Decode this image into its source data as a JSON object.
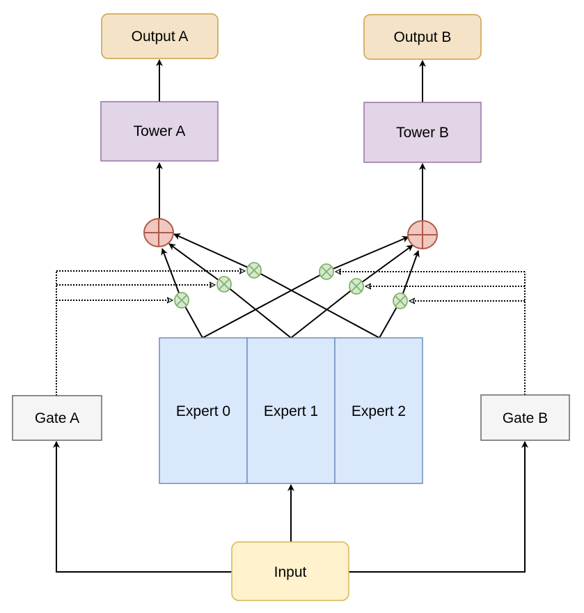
{
  "nodes": {
    "output_a": "Output A",
    "output_b": "Output B",
    "tower_a": "Tower A",
    "tower_b": "Tower B",
    "expert_0": "Expert 0",
    "expert_1": "Expert 1",
    "expert_2": "Expert 2",
    "gate_a": "Gate A",
    "gate_b": "Gate B",
    "input": "Input"
  },
  "colors": {
    "output_fill": "#f5e3c8",
    "output_stroke": "#c9a043",
    "tower_fill": "#e1d5e7",
    "tower_stroke": "#9673a6",
    "expert_fill": "#dae8fc",
    "expert_stroke": "#6c8ebf",
    "gate_fill": "#f5f5f5",
    "gate_stroke": "#666666",
    "input_fill": "#fff2cc",
    "input_stroke": "#d6b656",
    "sum_fill": "#f0c8c0",
    "sum_stroke": "#ae5a48",
    "mult_fill": "#d5e8d4",
    "mult_stroke": "#82b366"
  },
  "icons": {
    "sum": "circle-plus-icon",
    "multiply": "circle-times-icon"
  }
}
